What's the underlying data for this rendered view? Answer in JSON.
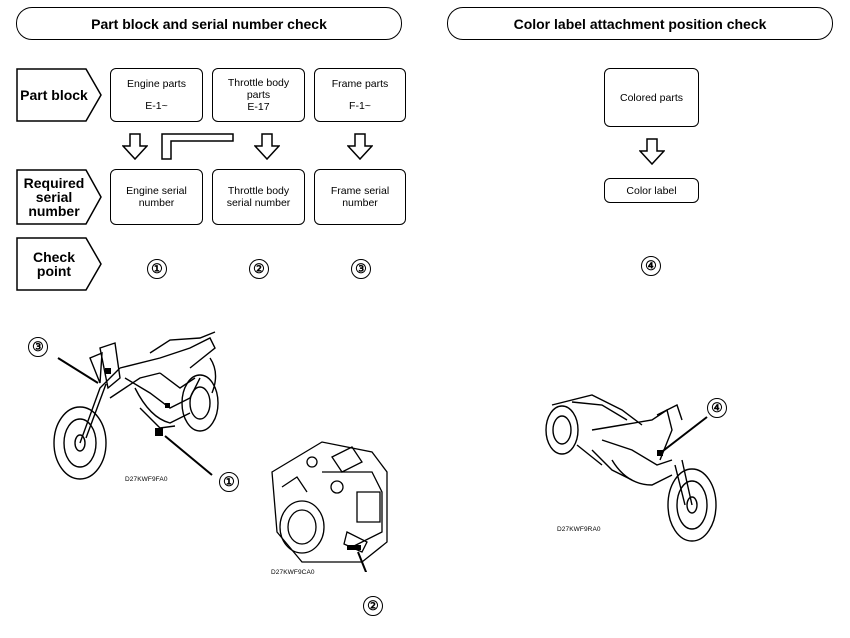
{
  "left_header": "Part block and serial number check",
  "right_header": "Color label attachment position check",
  "row_labels": {
    "part_block": "Part block",
    "required_l1": "Required",
    "required_l2": "serial",
    "required_l3": "number",
    "check_l1": "Check",
    "check_l2": "point"
  },
  "part_blocks": [
    {
      "name": "Engine parts",
      "code": "E-1~"
    },
    {
      "name_l1": "Throttle body",
      "name_l2": "parts",
      "code": "E-17"
    },
    {
      "name": "Frame parts",
      "code": "F-1~"
    }
  ],
  "serials": [
    {
      "l1": "Engine serial",
      "l2": "number"
    },
    {
      "l1": "Throttle body",
      "l2": "serial number"
    },
    {
      "l1": "Frame serial",
      "l2": "number"
    }
  ],
  "check_points": [
    "①",
    "②",
    "③",
    "④"
  ],
  "colored_parts": "Colored parts",
  "color_label": "Color label",
  "image_codes": {
    "moto_left": "D27KWF9FA0",
    "throttle": "D27KWF9CA0",
    "moto_right": "D27KWF9RA0"
  },
  "callouts": [
    "③",
    "①",
    "②",
    "④"
  ]
}
